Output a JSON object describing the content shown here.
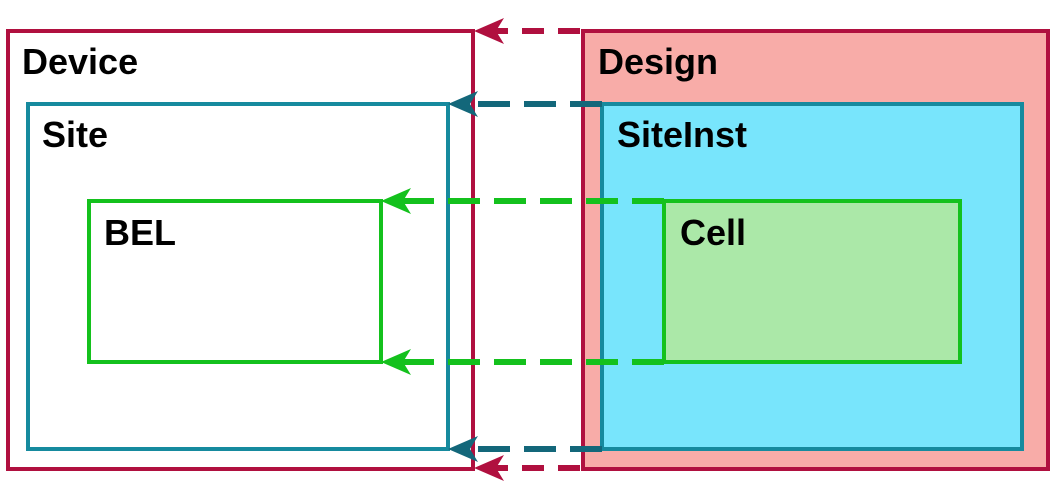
{
  "labels": {
    "device": "Device",
    "site": "Site",
    "bel": "BEL",
    "design": "Design",
    "siteinst": "SiteInst",
    "cell": "Cell"
  },
  "colors": {
    "device_stroke": "#b0103f",
    "site_stroke": "#168a9e",
    "bel_stroke": "#14c11d",
    "design_fill": "#f8aca8",
    "design_stroke": "#b0103f",
    "siteinst_fill": "#78e5fc",
    "siteinst_stroke": "#168a9e",
    "cell_fill": "#abe8a8",
    "cell_stroke": "#14c11d",
    "arrow_device": "#b0103f",
    "arrow_site": "#13677a",
    "arrow_bel": "#14c11d"
  },
  "relations": [
    {
      "from": "design",
      "to": "device"
    },
    {
      "from": "siteinst",
      "to": "site"
    },
    {
      "from": "cell",
      "to": "bel"
    }
  ]
}
